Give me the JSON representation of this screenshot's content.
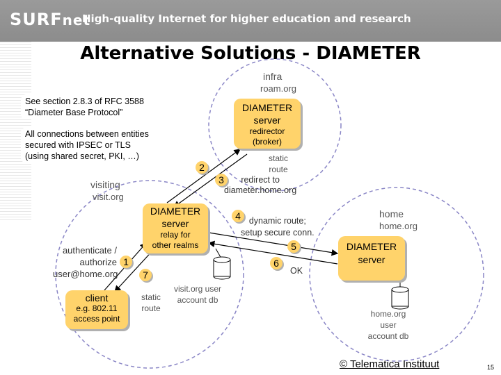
{
  "header": {
    "logo_main": "SURF",
    "logo_suffix": "net",
    "tagline": "High-quality Internet for higher education and research"
  },
  "title": "Alternative Solutions - DIAMETER",
  "notes": {
    "rfc": [
      "See section 2.8.3 of RFC 3588",
      "“Diameter Base Protocol”"
    ],
    "ipsec": [
      "All connections between entities",
      "secured with IPSEC or TLS",
      "(using shared secret, PKI, …)"
    ]
  },
  "domains": {
    "infra": {
      "name": "infra",
      "realm": "roam.org"
    },
    "visiting": {
      "name": "visiting",
      "realm": "visit.org"
    },
    "home": {
      "name": "home",
      "realm": "home.org"
    }
  },
  "nodes": {
    "redirector": {
      "title": [
        "DIAMETER",
        "server"
      ],
      "sub": [
        "redirector",
        "(broker)"
      ]
    },
    "relay": {
      "title": [
        "DIAMETER",
        "server"
      ],
      "sub": [
        "relay for",
        "other realms"
      ]
    },
    "home_server": {
      "title": [
        "DIAMETER",
        "server"
      ]
    },
    "client": {
      "title": "client",
      "sub": [
        "e.g. 802.11",
        "access point"
      ]
    }
  },
  "databases": {
    "visit": [
      "visit.org user",
      "account db"
    ],
    "home": [
      "home.org",
      "user",
      "account db"
    ]
  },
  "steps": {
    "s1": "1",
    "s2": "2",
    "s3": "3",
    "s4": "4",
    "s5": "5",
    "s6": "6",
    "s7": "7"
  },
  "labels": {
    "authenticate": [
      "authenticate /",
      "authorize",
      "user@home.org"
    ],
    "static_route_top": [
      "static",
      "route"
    ],
    "redirect": [
      "redirect to",
      "diameter.home.org"
    ],
    "dynamic": [
      "dynamic route;",
      "setup secure conn."
    ],
    "ok": "OK",
    "static_route_bottom": [
      "static",
      "route"
    ]
  },
  "footer": {
    "copyright": "© Telematica Instituut",
    "page": "15"
  },
  "colors": {
    "box_fill": "#ffd36b",
    "circle_stroke": "#8a86c6",
    "banner": "#8c8c8c"
  }
}
